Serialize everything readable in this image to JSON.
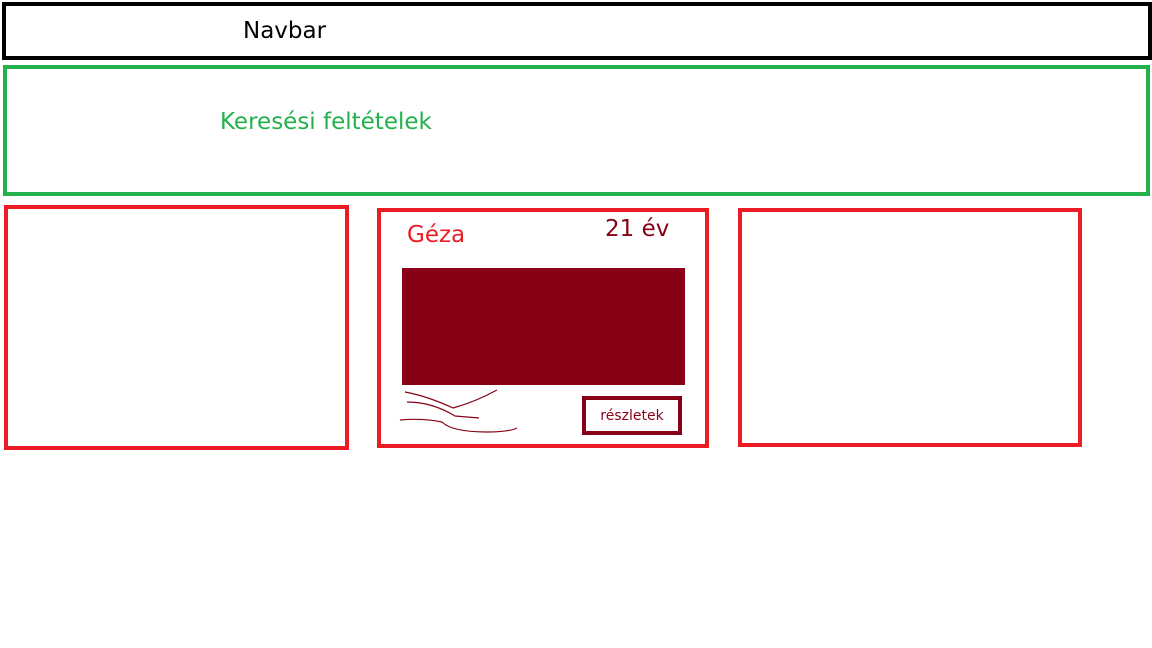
{
  "navbar": {
    "label": "Navbar"
  },
  "search": {
    "label": "Keresési feltételek"
  },
  "cards": [
    {},
    {
      "name": "Géza",
      "age": "21 év",
      "details_label": "részletek"
    },
    {}
  ],
  "colors": {
    "navbar_border": "#000000",
    "search_accent": "#22b14c",
    "card_border": "#ed1c24",
    "card_accent": "#880015"
  },
  "icons": {
    "photo": "image-placeholder",
    "description": "text-scribble"
  }
}
